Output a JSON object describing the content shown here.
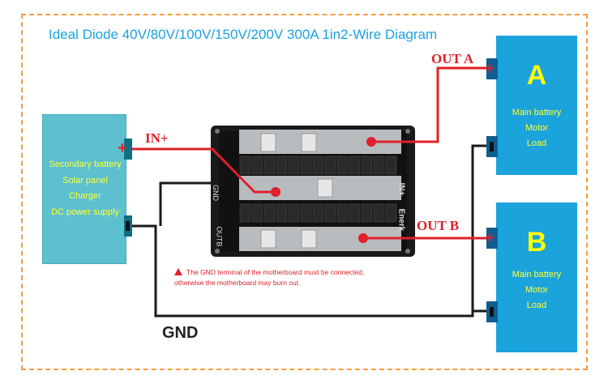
{
  "title": "Ideal Diode 40V/80V/100V/150V/200V 300A 1in2-Wire Diagram",
  "source": {
    "lines": [
      "Secondary battery",
      "Solar panel",
      "Charger",
      "DC power supply"
    ]
  },
  "battery_a": {
    "letter": "A",
    "lines": [
      "Main battery",
      "Motor",
      "Load"
    ]
  },
  "battery_b": {
    "letter": "B",
    "lines": [
      "Main battery",
      "Motor",
      "Load"
    ]
  },
  "labels": {
    "in_plus": "IN+",
    "out_a": "OUT A",
    "out_b": "OUT B",
    "gnd": "GND"
  },
  "warning": {
    "line1": "The GND terminal of the motherboard must be connected,",
    "line2": "otherwise the motherboard may burn out."
  },
  "board": {
    "silk_gnd": "GND",
    "silk_outb": "OUTB",
    "silk_in": "IN+",
    "silk_brand": "Enerk"
  },
  "colors": {
    "wire_positive": "#e0202a",
    "wire_ground": "#1a1a1a",
    "frame": "#f39c3c",
    "title": "#1aa3e0",
    "box_text": "#ffff33"
  }
}
